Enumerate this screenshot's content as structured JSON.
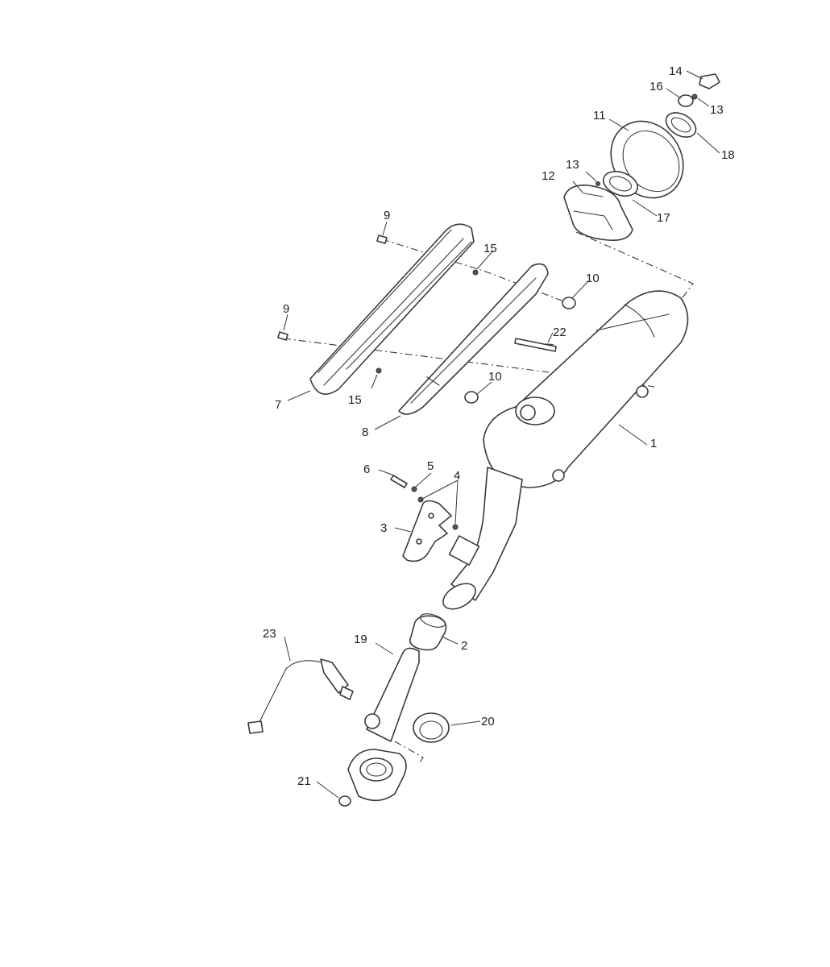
{
  "diagram": {
    "type": "exploded-parts-diagram",
    "subject": "exhaust system (muffler, heat shields, end cap, exhaust pipe, O2 sensor)",
    "colors": {
      "line": "#3a3a3a",
      "text": "#222222",
      "background": "#ffffff"
    },
    "callouts": {
      "c1": "1",
      "c2": "2",
      "c3": "3",
      "c4": "4",
      "c5": "5",
      "c6": "6",
      "c7": "7",
      "c8": "8",
      "c9a": "9",
      "c9b": "9",
      "c10a": "10",
      "c10b": "10",
      "c11": "11",
      "c12": "12",
      "c13a": "13",
      "c13b": "13",
      "c14": "14",
      "c15a": "15",
      "c15b": "15",
      "c16": "16",
      "c17": "17",
      "c18": "18",
      "c19": "19",
      "c20": "20",
      "c21": "21",
      "c22": "22",
      "c23": "23"
    }
  }
}
